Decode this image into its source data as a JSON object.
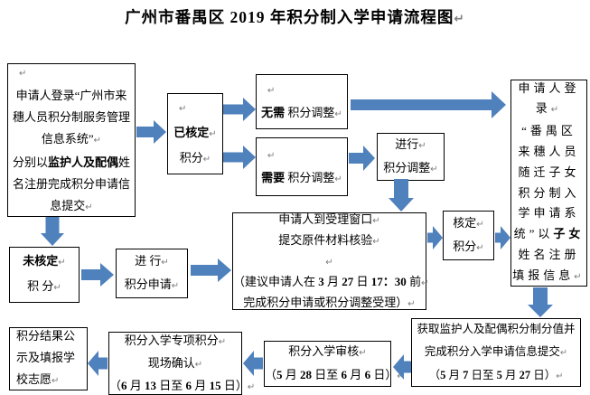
{
  "title": {
    "segments": [
      {
        "t": "广州市番禺区 2019 年积分制入学申请流程图",
        "b": true
      },
      {
        "t": "↵",
        "p": true
      }
    ]
  },
  "colors": {
    "arrow": "#4f81bd",
    "box_border": "#000000",
    "text": "#000000"
  },
  "boxes": {
    "login_city": {
      "lines": [
        [
          {
            "t": "↵",
            "p": true
          }
        ],
        [
          {
            "t": "申请人登录“广州市来"
          }
        ],
        [
          {
            "t": "穗人员积分制服务管理"
          }
        ],
        [
          {
            "t": "信息系统”"
          },
          {
            "t": "↵",
            "p": true
          }
        ],
        [
          {
            "t": "分别以"
          },
          {
            "t": "监护人及配偶",
            "b": true
          },
          {
            "t": "姓"
          }
        ],
        [
          {
            "t": "名注册完成积分申请信"
          }
        ],
        [
          {
            "t": "息提交"
          },
          {
            "t": "↵",
            "p": true
          }
        ]
      ]
    },
    "verified": {
      "lines": [
        [
          {
            "t": "↵",
            "p": true
          }
        ],
        [
          {
            "t": "已核定",
            "b": true
          },
          {
            "t": "↵",
            "p": true
          }
        ],
        [
          {
            "t": "积分"
          },
          {
            "t": "↵",
            "p": true
          }
        ]
      ]
    },
    "no_adjust": {
      "lines": [
        [
          {
            "t": "↵",
            "p": true
          }
        ],
        [
          {
            "t": "无需",
            "b": true
          },
          {
            "t": " 积分调整"
          },
          {
            "t": "↵",
            "p": true
          }
        ]
      ]
    },
    "need_adjust": {
      "lines": [
        [
          {
            "t": "↵",
            "p": true
          }
        ],
        [
          {
            "t": "需要",
            "b": true
          },
          {
            "t": " 积分调整"
          },
          {
            "t": "↵",
            "p": true
          }
        ]
      ]
    },
    "do_adjust": {
      "lines": [
        [
          {
            "t": "进行"
          },
          {
            "t": "↵",
            "p": true
          }
        ],
        [
          {
            "t": "积分调整"
          },
          {
            "t": "↵",
            "p": true
          }
        ]
      ]
    },
    "login_panyu": {
      "lines": [
        [
          {
            "t": "申请人登"
          }
        ],
        [
          {
            "t": "录"
          },
          {
            "t": "↵",
            "p": true
          }
        ],
        [
          {
            "t": "“番禺区"
          }
        ],
        [
          {
            "t": "来穗人员"
          }
        ],
        [
          {
            "t": "随迁子女"
          }
        ],
        [
          {
            "t": "积分制入"
          }
        ],
        [
          {
            "t": "学申请系"
          }
        ],
        [
          {
            "t": "统”以"
          },
          {
            "t": "子女",
            "b": true
          }
        ],
        [
          {
            "t": "姓名注册"
          }
        ],
        [
          {
            "t": "填报信息"
          },
          {
            "t": "↵",
            "p": true
          }
        ]
      ]
    },
    "unverified": {
      "lines": [
        [
          {
            "t": "未核定",
            "b": true
          },
          {
            "t": "↵",
            "p": true
          }
        ],
        [
          {
            "t": "积 分"
          },
          {
            "t": "↵",
            "p": true
          }
        ]
      ]
    },
    "do_apply": {
      "lines": [
        [
          {
            "t": "进 行"
          },
          {
            "t": "↵",
            "p": true
          }
        ],
        [
          {
            "t": "积分申请"
          },
          {
            "t": "↵",
            "p": true
          }
        ]
      ]
    },
    "window_submit": {
      "lines": [
        [
          {
            "t": "申请人到受理窗口"
          },
          {
            "t": "↵",
            "p": true
          }
        ],
        [
          {
            "t": "提交原件材料核验"
          },
          {
            "t": "↵",
            "p": true
          }
        ],
        [
          {
            "t": "↵",
            "p": true
          }
        ],
        [
          {
            "t": "（建议申请人在 "
          },
          {
            "t": "3",
            "b": true
          },
          {
            "t": " 月 "
          },
          {
            "t": "27",
            "b": true
          },
          {
            "t": " 日 "
          },
          {
            "t": "17：30",
            "b": true
          },
          {
            "t": " 前"
          },
          {
            "t": "↵",
            "p": true
          }
        ],
        [
          {
            "t": "完成积分申请或积分调整受理）"
          },
          {
            "t": "↵",
            "p": true
          }
        ]
      ]
    },
    "verify": {
      "lines": [
        [
          {
            "t": "核定"
          },
          {
            "t": "↵",
            "p": true
          }
        ],
        [
          {
            "t": "积分"
          },
          {
            "t": "↵",
            "p": true
          }
        ]
      ]
    },
    "obtain_submit": {
      "lines": [
        [
          {
            "t": "获取监护人及配偶积分制分值并"
          }
        ],
        [
          {
            "t": "完成积分入学申请信息提交"
          },
          {
            "t": "↵",
            "p": true
          }
        ],
        [
          {
            "t": "（"
          },
          {
            "t": "5",
            "b": true
          },
          {
            "t": " 月 "
          },
          {
            "t": "7",
            "b": true
          },
          {
            "t": " 日至 "
          },
          {
            "t": "5",
            "b": true
          },
          {
            "t": " 月 "
          },
          {
            "t": "27",
            "b": true
          },
          {
            "t": " 日）"
          },
          {
            "t": "↵",
            "p": true
          }
        ]
      ]
    },
    "review": {
      "lines": [
        [
          {
            "t": "积分入学审核"
          },
          {
            "t": "↵",
            "p": true
          }
        ],
        [
          {
            "t": "（"
          },
          {
            "t": "5",
            "b": true
          },
          {
            "t": " 月 "
          },
          {
            "t": "28",
            "b": true
          },
          {
            "t": " 日至 "
          },
          {
            "t": "6",
            "b": true
          },
          {
            "t": " 月 "
          },
          {
            "t": "6",
            "b": true
          },
          {
            "t": " 日）"
          },
          {
            "t": "↵",
            "p": true
          }
        ]
      ]
    },
    "onsite_confirm": {
      "lines": [
        [
          {
            "t": "积分入学专项积分"
          },
          {
            "t": "↵",
            "p": true
          }
        ],
        [
          {
            "t": "现场确认"
          },
          {
            "t": "↵",
            "p": true
          }
        ],
        [
          {
            "t": "（"
          },
          {
            "t": "6",
            "b": true
          },
          {
            "t": " 月 "
          },
          {
            "t": "13",
            "b": true
          },
          {
            "t": " 日至 "
          },
          {
            "t": "6",
            "b": true
          },
          {
            "t": " 月 "
          },
          {
            "t": "15",
            "b": true
          },
          {
            "t": " 日）"
          },
          {
            "t": "↵",
            "p": true
          }
        ]
      ]
    },
    "results": {
      "lines": [
        [
          {
            "t": "积分结果公"
          }
        ],
        [
          {
            "t": "示及填报学"
          }
        ],
        [
          {
            "t": "校志愿"
          },
          {
            "t": "↵",
            "p": true
          }
        ]
      ]
    }
  },
  "arrows": [
    {
      "from": "login_city",
      "to": "verified",
      "direction": "right"
    },
    {
      "from": "verified",
      "to": "no_adjust",
      "direction": "right"
    },
    {
      "from": "verified",
      "to": "need_adjust",
      "direction": "right"
    },
    {
      "from": "no_adjust",
      "to": "login_panyu",
      "direction": "right"
    },
    {
      "from": "need_adjust",
      "to": "do_adjust",
      "direction": "right"
    },
    {
      "from": "do_adjust",
      "to": "window_submit",
      "direction": "down"
    },
    {
      "from": "login_city",
      "to": "unverified",
      "direction": "down"
    },
    {
      "from": "unverified",
      "to": "do_apply",
      "direction": "right"
    },
    {
      "from": "do_apply",
      "to": "window_submit",
      "direction": "right"
    },
    {
      "from": "window_submit",
      "to": "verify",
      "direction": "right"
    },
    {
      "from": "verify",
      "to": "login_panyu",
      "direction": "right"
    },
    {
      "from": "login_panyu",
      "to": "obtain_submit",
      "direction": "down"
    },
    {
      "from": "obtain_submit",
      "to": "review",
      "direction": "left"
    },
    {
      "from": "review",
      "to": "onsite_confirm",
      "direction": "left"
    },
    {
      "from": "onsite_confirm",
      "to": "results",
      "direction": "left"
    }
  ]
}
